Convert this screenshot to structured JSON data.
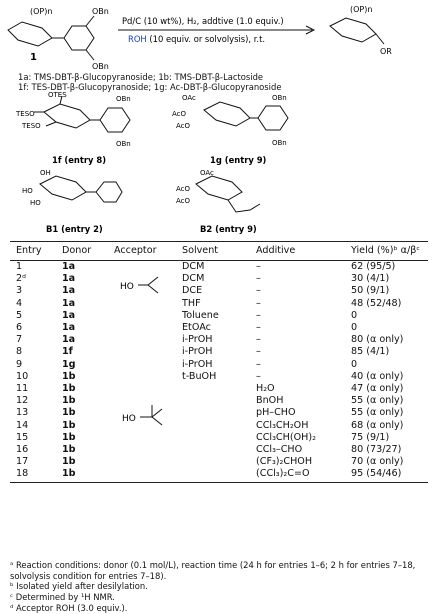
{
  "scheme": {
    "reactant_label": "1",
    "reagents_top": "Pd/C (10 wt%), H₂, addtive (1.0 equiv.)",
    "reagents_bottom_roh": "ROH",
    "reagents_bottom_rest": " (10 equiv. or solvolysis), r.t.",
    "op_left": "(OP)n",
    "op_right": "(OP)n",
    "or_label": "OR",
    "obn_top": "OBn",
    "obn_bottom": "OBn",
    "legend_line1": "1a: TMS-DBT-β-Glucopyranoside; 1b: TMS-DBT-β-Lactoside",
    "legend_line2": "1f: TES-DBT-β-Glucopyranoside; 1g: Ac-DBT-β-Glucopyranoside",
    "caption_1f": "1f (entry 8)",
    "caption_1g": "1g (entry 9)",
    "caption_b1": "B1 (entry 2)",
    "caption_b2": "B2 (entry 9)"
  },
  "table": {
    "headers": [
      "Entry",
      "Donor",
      "Acceptor",
      "Solvent",
      "Additive",
      "Yield (%)ᵇ α/βᶜ"
    ],
    "acceptor_label": "HO",
    "rows": [
      {
        "entry": "1",
        "donor": "1a",
        "solvent": "DCM",
        "additive": "–",
        "yield": "62 (95/5)"
      },
      {
        "entry": "2ᵈ",
        "donor": "1a",
        "solvent": "DCM",
        "additive": "–",
        "yield": "30 (4/1)"
      },
      {
        "entry": "3",
        "donor": "1a",
        "solvent": "DCE",
        "additive": "–",
        "yield": "50 (9/1)"
      },
      {
        "entry": "4",
        "donor": "1a",
        "solvent": "THF",
        "additive": "–",
        "yield": "48 (52/48)"
      },
      {
        "entry": "5",
        "donor": "1a",
        "solvent": "Toluene",
        "additive": "–",
        "yield": "0"
      },
      {
        "entry": "6",
        "donor": "1a",
        "solvent": "EtOAc",
        "additive": "–",
        "yield": "0"
      },
      {
        "entry": "7",
        "donor": "1a",
        "solvent": "i-PrOH",
        "additive": "–",
        "yield": "80 (α only)"
      },
      {
        "entry": "8",
        "donor": "1f",
        "solvent": "i-PrOH",
        "additive": "–",
        "yield": "85 (4/1)"
      },
      {
        "entry": "9",
        "donor": "1g",
        "solvent": "i-PrOH",
        "additive": "–",
        "yield": "0"
      },
      {
        "entry": "10",
        "donor": "1b",
        "solvent": "t-BuOH",
        "additive": "–",
        "yield": "40 (α only)"
      },
      {
        "entry": "11",
        "donor": "1b",
        "solvent": "",
        "additive": "H₂O",
        "yield": "47 (α only)"
      },
      {
        "entry": "12",
        "donor": "1b",
        "solvent": "",
        "additive": "BnOH",
        "yield": "55 (α only)"
      },
      {
        "entry": "13",
        "donor": "1b",
        "solvent": "",
        "additive": "pH–CHO",
        "yield": "55 (α only)"
      },
      {
        "entry": "14",
        "donor": "1b",
        "solvent": "",
        "additive": "CCl₃CH₂OH",
        "yield": "68 (α only)"
      },
      {
        "entry": "15",
        "donor": "1b",
        "solvent": "",
        "additive": "CCl₃CH(OH)₂",
        "yield": "75 (9/1)"
      },
      {
        "entry": "16",
        "donor": "1b",
        "solvent": "",
        "additive": "CCl₃–CHO",
        "yield": "80 (73/27)"
      },
      {
        "entry": "17",
        "donor": "1b",
        "solvent": "",
        "additive": "(CF₃)₂CHOH",
        "yield": "70 (α only)"
      },
      {
        "entry": "18",
        "donor": "1b",
        "solvent": "",
        "additive": "(CCl₃)₂C=O",
        "yield": "95 (54/46)"
      }
    ]
  },
  "footnotes": {
    "a": "ᵃ Reaction conditions: donor (0.1 mol/L), reaction time (24 h for entries 1–6; 2 h for entries 7–18, solvolysis condition for entries 7–18).",
    "b": "ᵇ Isolated yield after desilylation.",
    "c": "ᶜ Determined by ¹H NMR.",
    "d": "ᵈ Acceptor ROH (3.0 equiv.)."
  }
}
